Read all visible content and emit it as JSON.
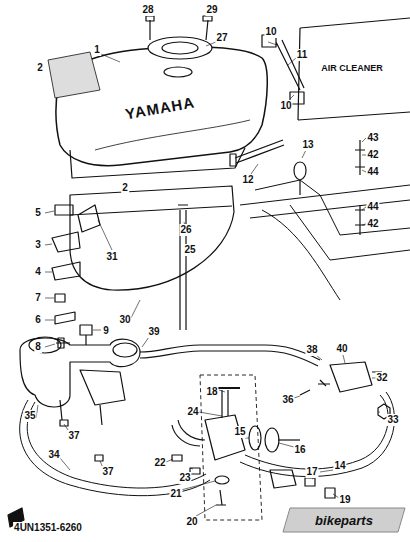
{
  "diagram": {
    "labels": [
      "28",
      "29",
      "27",
      "1",
      "2",
      "10",
      "11",
      "10",
      "AIR CLEANER",
      "YAMAHA",
      "2",
      "43",
      "42",
      "44",
      "12",
      "13",
      "5",
      "3",
      "31",
      "26",
      "25",
      "44",
      "42",
      "4",
      "7",
      "9",
      "6",
      "8",
      "30",
      "39",
      "18",
      "38",
      "40",
      "32",
      "33",
      "24",
      "36",
      "35",
      "37",
      "15",
      "16",
      "22",
      "23",
      "14",
      "34",
      "37",
      "17",
      "21",
      "19",
      "20",
      "4UN1351-6260",
      "bikeparts"
    ]
  }
}
